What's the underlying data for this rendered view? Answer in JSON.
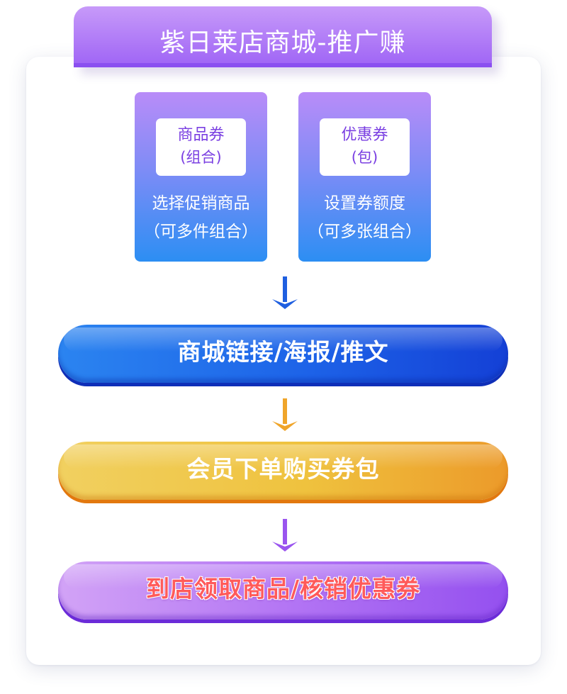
{
  "title": "紫日莱店商城-推广赚",
  "boxes": [
    {
      "chip_line1": "商品券",
      "chip_line2": "(组合)",
      "desc_line1": "选择促销商品",
      "desc_line2": "（可多件组合）"
    },
    {
      "chip_line1": "优惠券",
      "chip_line2": "(包)",
      "desc_line1": "设置券额度",
      "desc_line2": "（可多张组合）"
    }
  ],
  "steps": [
    {
      "label": "商城链接/海报/推文",
      "color": "#1d63e8"
    },
    {
      "label": "会员下单购买券包",
      "color": "#efc23e"
    },
    {
      "label": "到店领取商品/核销优惠券",
      "color": "#b476f4"
    }
  ],
  "arrows": [
    {
      "name": "arrow-down-icon",
      "color": "#1f5fe0"
    },
    {
      "name": "arrow-down-icon",
      "color": "#f0a52a"
    },
    {
      "name": "arrow-down-icon",
      "color": "#9a55ef"
    }
  ]
}
